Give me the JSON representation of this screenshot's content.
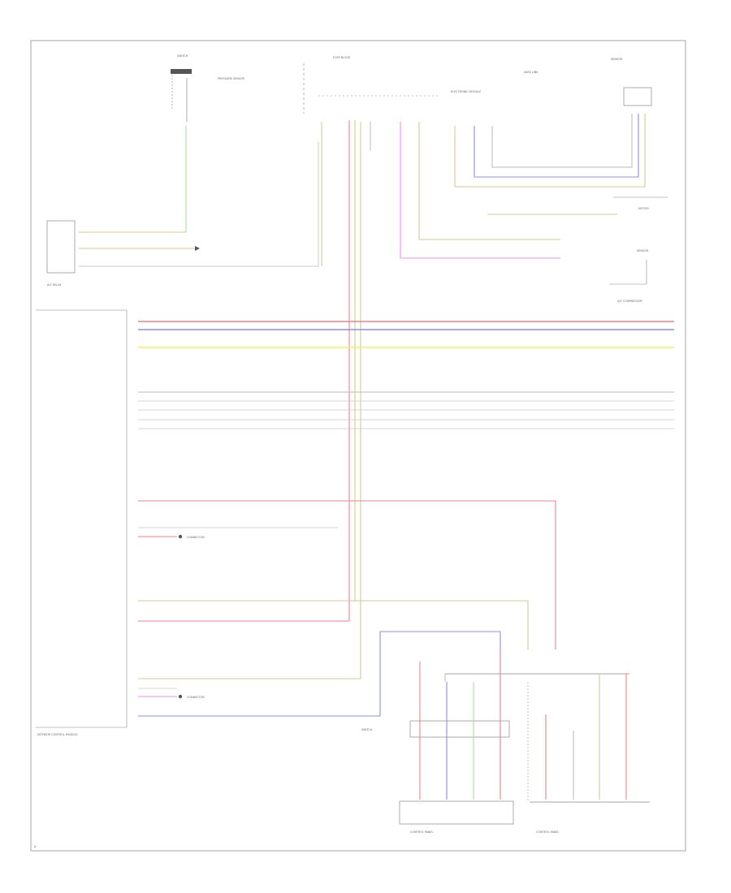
{
  "colors": {
    "red": "#f0808a",
    "blue": "#8c8cf0",
    "yellow": "#f0f060",
    "tan": "#d4c890",
    "pink": "#f08cf0",
    "green": "#a8e0a0",
    "gray": "#b8b8b8",
    "frame": "#909090"
  },
  "components": {
    "top_left_switch": "SWITCH",
    "top_left_note": "PRESSURE SENSOR",
    "ac_relay": "A/C RELAY",
    "top_center_fuse": "FUSE BLOCK",
    "top_center_note": "ELECTRONIC MODULE",
    "top_right_note": "DATA LINK",
    "top_right_module": "SENSOR",
    "right_motor": "MOTOR",
    "right_sensor": "SENSOR",
    "ac_compressor": "A/C COMPRESSOR",
    "left_module": "INTERIOR CONTROL MODULE",
    "connector_note_1": "CONNECTOR",
    "connector_note_2": "CONNECTOR",
    "bottom_switch": "SWITCH",
    "bottom_left_panel": "CONTROL PANEL",
    "bottom_right_panel": "CONTROL PANEL",
    "page_mark": "A"
  }
}
